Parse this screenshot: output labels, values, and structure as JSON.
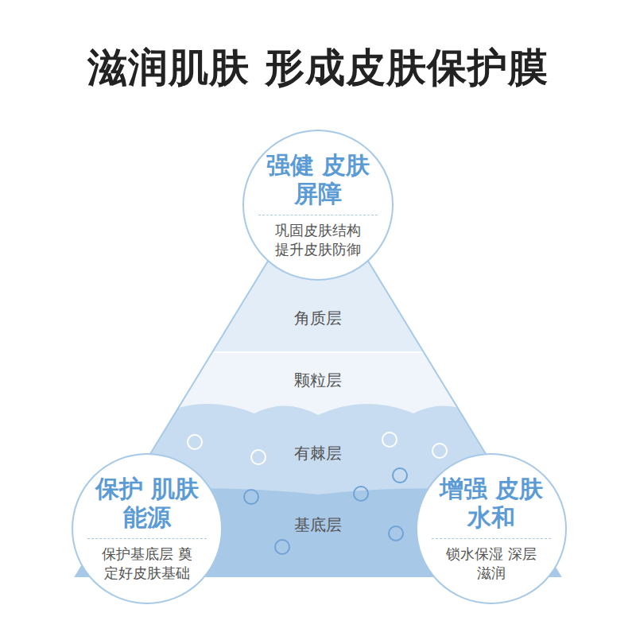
{
  "diagram": {
    "title": "滋润肌肤 形成皮肤保护膜",
    "nodes": [
      {
        "text": [
          "强健 皮肤屏障",
          "巩固皮肤结构 提升皮肤防御"
        ]
      },
      {
        "text": [
          "角质层"
        ]
      },
      {
        "text": [
          "颗粒层"
        ]
      },
      {
        "text": [
          "有棘层"
        ]
      },
      {
        "text": [
          "基底层"
        ]
      },
      {
        "text": [
          "保护 肌肤能源",
          "保护基底层 奠定好皮肤基础"
        ]
      },
      {
        "text": [
          "增强 皮肤水和",
          "锁水保湿 深层滋润"
        ]
      }
    ]
  }
}
